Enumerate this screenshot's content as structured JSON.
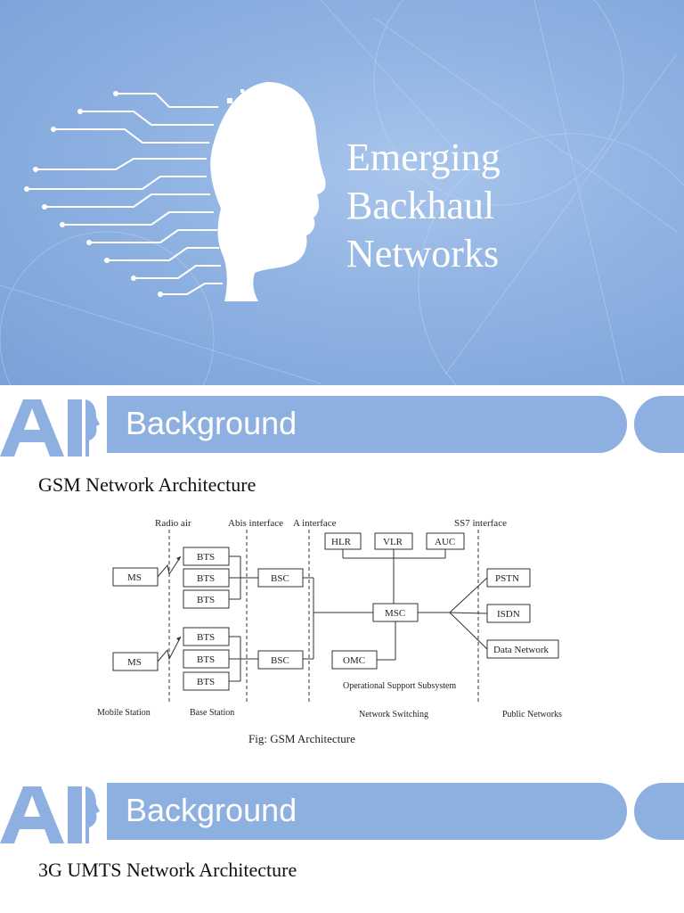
{
  "title_slide": {
    "lines": [
      "Emerging",
      "Backhaul",
      "Networks"
    ]
  },
  "sections": [
    {
      "heading": "Background",
      "logo_text": "AI",
      "subtitle": "GSM Network Architecture"
    },
    {
      "heading": "Background",
      "logo_text": "AI",
      "subtitle": "3G UMTS Network Architecture"
    }
  ],
  "gsm_diagram": {
    "interface_labels": [
      "Radio air",
      "Abis interface",
      "A interface",
      "SS7 interface"
    ],
    "nodes": {
      "ms": [
        "MS",
        "MS"
      ],
      "bts": [
        "BTS",
        "BTS",
        "BTS",
        "BTS",
        "BTS",
        "BTS"
      ],
      "bsc": [
        "BSC",
        "BSC"
      ],
      "msc": "MSC",
      "hlr": "HLR",
      "vlr": "VLR",
      "auc": "AUC",
      "omc": "OMC",
      "pstn": "PSTN",
      "isdn": "ISDN",
      "data_network": "Data Network"
    },
    "oss_label": "Operational Support Subsystem",
    "bottom_labels": [
      "Mobile Station",
      "Base Station",
      "Network Switching",
      "Public Networks"
    ],
    "caption": "Fig: GSM Architecture"
  },
  "colors": {
    "title_bg": "#8fb2e2",
    "bar": "#8eb0e0",
    "text_white": "#ffffff"
  }
}
